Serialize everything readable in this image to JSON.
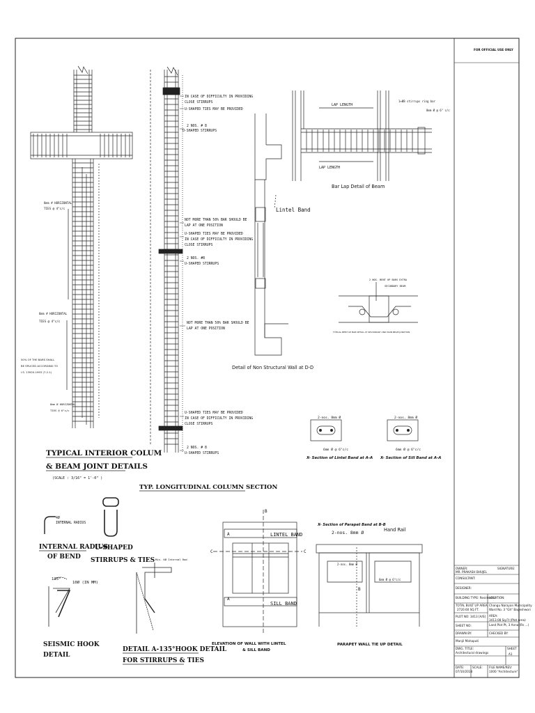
{
  "interior_column": {
    "horizontal_ties_1_a": "8mm # HORIZONTAL",
    "horizontal_ties_1_b": "TIES @ 4\"c/c",
    "horizontal_ties_2_a": "8mm # HORIZONTAL",
    "horizontal_ties_2_b": "TIES @ 4\"c/c",
    "splice_note_1": "50% OF THE BARS SHALL",
    "splice_note_2": "BE SPLICED ACCORDING TO",
    "splice_note_3": "I.S. 13920-1993 (7.2.1)",
    "horizontal_ties_3_a": "8mm Ø HORIZONTAL",
    "horizontal_ties_3_b": "TIES @ 6\"c/c",
    "title_1": "TYPICAL INTERIOR COLUM",
    "title_2": "& BEAM JOINT DETAILS",
    "scale": "(SCALE : 3/16\" = 1'-0\" )"
  },
  "longitudinal_section": {
    "note1_a": "IN CASE OF DIFFICULTY IN PROVIDING",
    "note1_b": "CLOSE STIRRUPS",
    "note2": "U-SHAPED TIES MAY BE PROVIDED",
    "note3_a": "2 NOS. # 8",
    "note3_b": "U-SHAPED STIRRUPS",
    "note4_a": "NOT MORE THAN 50% BAR SHOULD BE",
    "note4_b": "LAP AT ONE POSITION",
    "note5_a": "U-SHAPED TIES MAY BE PROVIDED",
    "note5_b": "IN CASE OF DIFFICULTY IN PROVIDING",
    "note5_c": "CLOSE STIRRUPS",
    "note6_a": "2 NOS. #8",
    "note6_b": "U-SHAPED STIRRUPS",
    "note7_a": "NOT MORE THAN 50% BAR SHOULD BE",
    "note7_b": "LAP AT ONE POSITION",
    "note8_a": "U-SHAPED TIES MAY BE PROVIDED",
    "note8_b": "IN CASE OF DIFFICULTY IN PROVIDING",
    "note8_c": "CLOSE STIRRUPS",
    "note9_a": "2 NOS. # 8",
    "note9_b": "U-SHAPED STIRRUPS",
    "title": "TYP. LONGITUDINAL COLUMN SECTION"
  },
  "beam_lap": {
    "lap_length_top": "LAP LENGTH",
    "lap_length_bottom": "LAP LENGTH",
    "bar_note_1": "1+Ø8 stirrups ring bar",
    "bar_note_2": "8mm Ø @ 6\" c/c",
    "title": "Bar Lap Detail of Beam"
  },
  "wall_dd": {
    "lintel_band": "Lintel Band",
    "title": "Detail of Non Structural Wall at D-D"
  },
  "bent_up": {
    "note_1": "2 NOS. BENT UP BARS EXTRA",
    "note_2": "SECONDARY BEAM",
    "title": "TYPICAL BENT UP BAR DETAIL AT SECONDARY AND MAIN BEAM JUNCTION"
  },
  "lintel_band_section": {
    "top": "2-nos. 8mm Ø",
    "bottom": "6mm Ø @ 6\"c/c",
    "title": "X- Section of Lintel Band at A-A"
  },
  "sill_band_section": {
    "top": "2-nos. 8mm Ø",
    "bottom": "6mm Ø @ 6\"c/c",
    "title": "X- Section of Sill Band at A-A"
  },
  "bend_details": {
    "internal_radius_a": "4Ø",
    "internal_radius_b": "INTERNAL RADIUS",
    "internal_radius_title_1": "INTERNAL RADIUS",
    "internal_radius_title_2": "OF BEND",
    "u_shaped_title_1": "U-SHAPED",
    "u_shaped_title_2": "STIRRUPS & TIES",
    "hook_angle": "135°",
    "hook_length": "10Ø (IN MM)",
    "seismic_title_1": "SEISMIC HOOK",
    "seismic_title_2": "DETAIL",
    "detail_a_note": "Min. 6Ø Internal Rad",
    "detail_a_title_1": "DETAIL A-135°HOOK DETAIL",
    "detail_a_title_2": "FOR STIRRUPS & TIES"
  },
  "wall_elevation": {
    "lintel": "LINTEL BAND",
    "sill": "SILL BAND",
    "letter_a": "A",
    "letter_b": "B",
    "letter_c1": "C",
    "letter_c2": "C",
    "letter_a2": "A",
    "title_1": "ELEVATION OF WALL WITH LINTEL",
    "title_2": "& SILL BAND"
  },
  "parapet": {
    "xsec": "X- Section of Parapet Band at B-B",
    "bars": "2-nos. 8mm Ø",
    "hand_rail": "Hand Rail",
    "inner_top": "2-nos. 8mm Ø",
    "inner_bottom": "6mm Ø @ 6\"c/c",
    "letter_b": "B",
    "title": "PARAPET WALL TIE UP DETAIL"
  },
  "title_block": {
    "official": "FOR OFFICIAL USE ONLY",
    "owner": "OWNER:",
    "signature": "SIGNATURE:",
    "owner_name": "MR. PRAKASH BHUJEL",
    "consultant": "CONSULTANT:",
    "designer": "DESIGNER:",
    "building_type": "BUILDING TYPE: Residential",
    "location": "LOCATION:",
    "built_up": "TOTAL BUILT UP AREA",
    "built_up_val": "2720.60 SQ.FT.",
    "loc_val_1": "Changu Narayan Municipality",
    "loc_val_2": "Ward No. 3 \"Gh\" Bageshwori",
    "plot_no": "PLOT NO: 3413 [A/S]",
    "area_1": "AREA:",
    "area_2": "3413.08 Sq.Ft (Plot Area)",
    "area_3": "Land Plot Pt, 3 Anna (Rs ...)",
    "sheet_no": "SHEET NO:",
    "drawn": "DRAWN BY:",
    "checked": "CHECKED BY:",
    "drawn_name": "Manjil Mahaputi",
    "dwg_title": "DWG. TITLE:",
    "dwg_title_val": "Architectural drawings",
    "sheet": "SHEET",
    "sheet_val": "A1",
    "date": "DATE:",
    "date_val": "07/10/2018",
    "scale": "SCALE:",
    "file": "FILE NAME/REV:",
    "file_val": "1000 \"Architecture\""
  }
}
